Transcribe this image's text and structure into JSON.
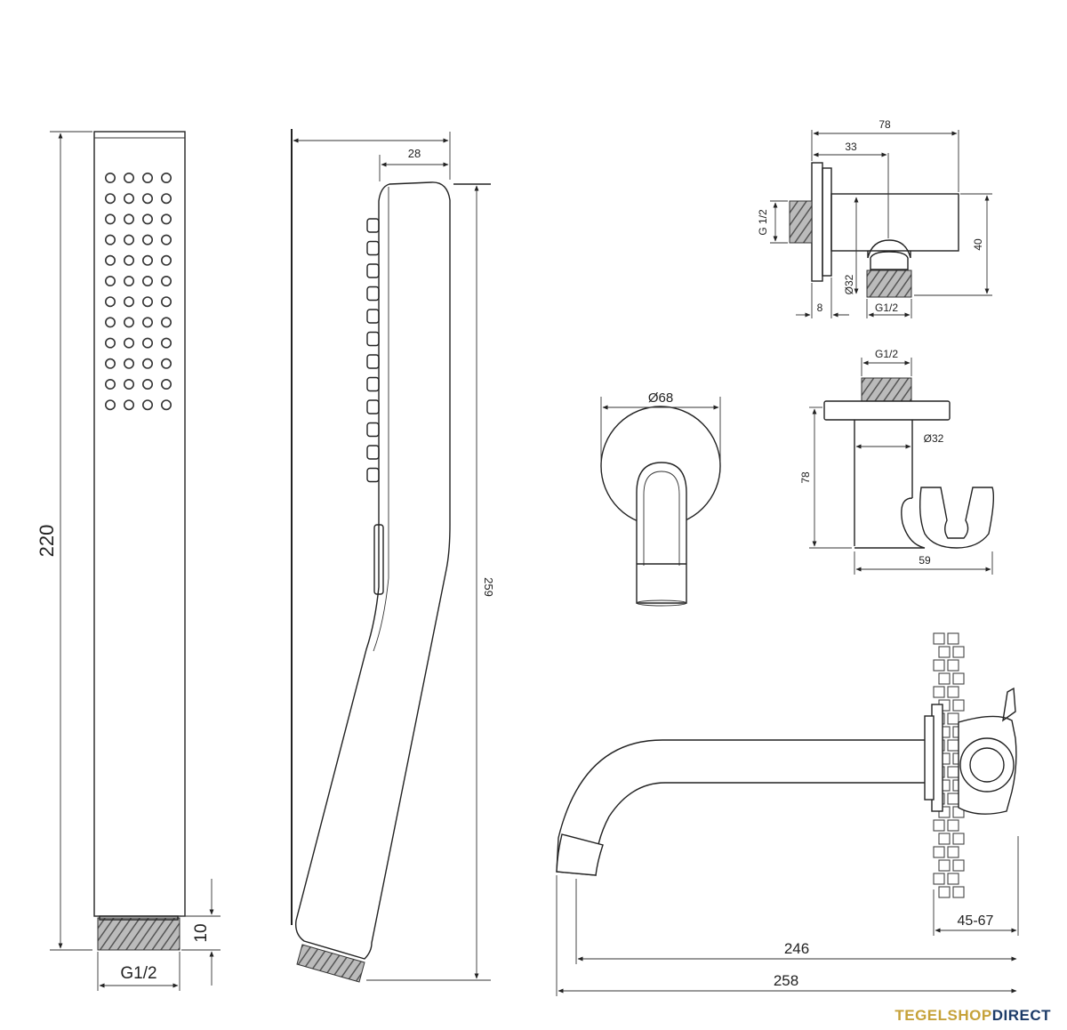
{
  "dimensions": {
    "hand_length": "220",
    "hand_thread": "G1/2",
    "hand_thread_len": "10",
    "side_depth": "28",
    "side_length": "259",
    "elbow_width": "78",
    "elbow_center": "33",
    "elbow_height": "40",
    "elbow_thread_side": "G 1/2",
    "elbow_dia": "Ø32",
    "elbow_bottom_thread": "G1/2",
    "elbow_plate": "8",
    "rosette_dia": "Ø68",
    "holder_thread": "G1/2",
    "holder_dia": "Ø32",
    "holder_height": "78",
    "holder_width": "59",
    "spout_range": "45-67",
    "spout_246": "246",
    "spout_258": "258"
  },
  "brand": {
    "part1": "TEGELSHOP",
    "part2": "DIRECT"
  }
}
